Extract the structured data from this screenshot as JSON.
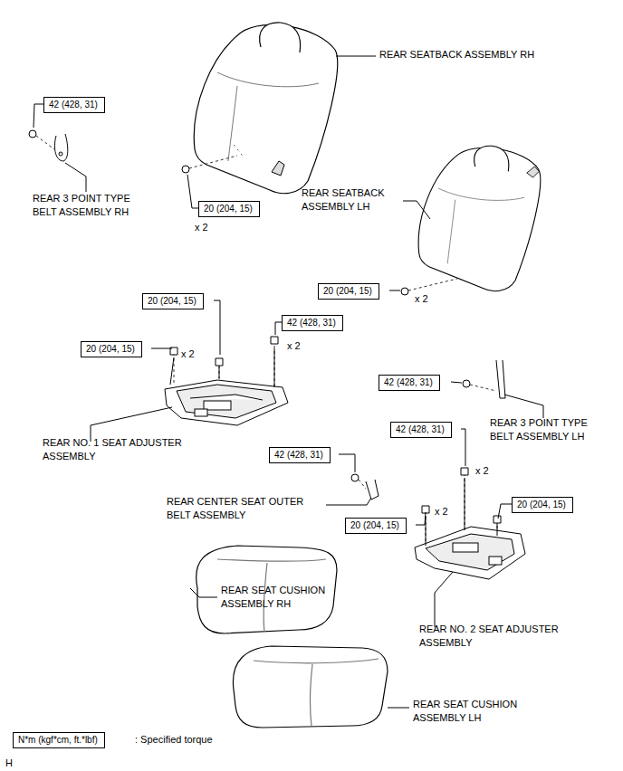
{
  "diagram": {
    "nodes": [
      {
        "text": [
          "42 (428, 31)"
        ]
      },
      {
        "text": [
          "20 (204, 15)"
        ]
      },
      {
        "text": [
          "20 (204, 15)"
        ]
      },
      {
        "text": [
          "20 (204, 15)"
        ]
      },
      {
        "text": [
          "42 (428, 31)"
        ]
      },
      {
        "text": [
          "20 (204, 15)"
        ]
      },
      {
        "text": [
          "42 (428, 31)"
        ]
      },
      {
        "text": [
          "42 (428, 31)"
        ]
      },
      {
        "text": [
          "42 (428, 31)"
        ]
      },
      {
        "text": [
          "20 (204, 15)"
        ]
      },
      {
        "text": [
          "20 (204, 15)"
        ]
      },
      {
        "text": [
          "N*m (kgf*cm, ft.*lbf)"
        ]
      }
    ],
    "labels": [
      "REAR SEATBACK ASSEMBLY RH",
      "REAR 3 POINT TYPE BELT ASSEMBLY RH",
      "x 2",
      "REAR SEATBACK ASSEMBLY LH",
      "x 2",
      "x 2",
      "x 2",
      "REAR NO. 1 SEAT ADJUSTER ASSEMBLY",
      "REAR 3 POINT TYPE BELT ASSEMBLY LH",
      "x 2",
      "REAR CENTER SEAT OUTER BELT ASSEMBLY",
      "x 2",
      "REAR SEAT CUSHION ASSEMBLY RH",
      "REAR NO. 2 SEAT ADJUSTER ASSEMBLY",
      "REAR SEAT CUSHION ASSEMBLY LH",
      ": Specified torque",
      "H"
    ]
  }
}
